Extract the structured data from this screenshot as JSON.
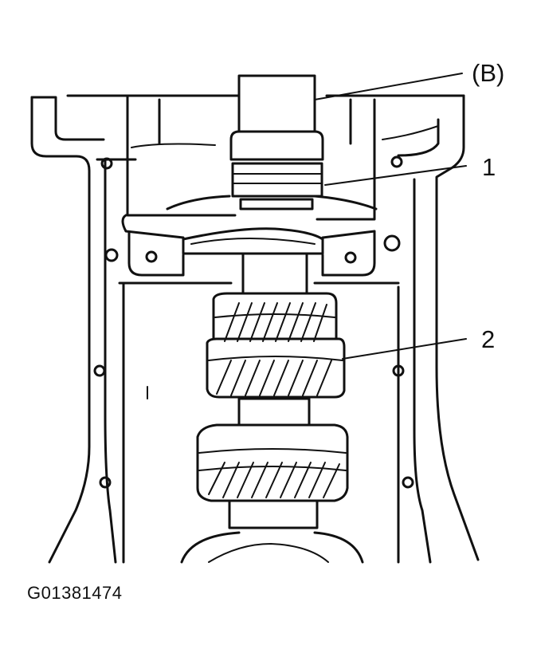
{
  "callouts": {
    "b": "(B)",
    "one": "1",
    "two": "2"
  },
  "figure_code": "G01381474",
  "icons": {
    "housing": "transmission-case-drawing",
    "shaft": "shaft-icon",
    "gear": "gear-icon"
  }
}
